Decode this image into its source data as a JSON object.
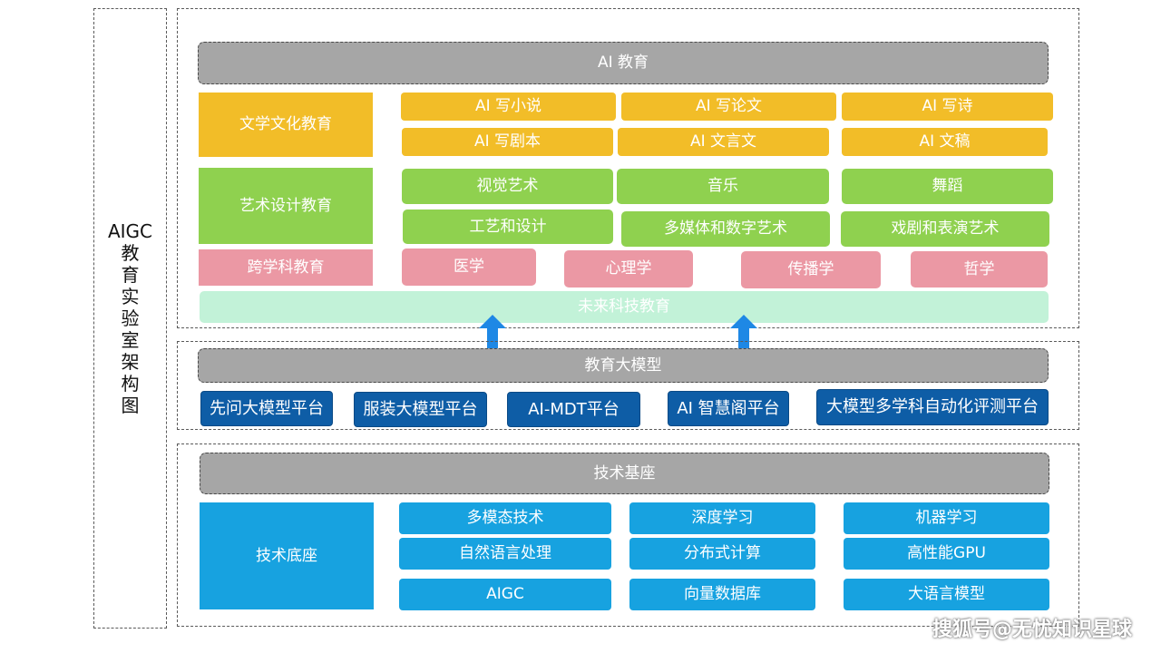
{
  "side_title": {
    "latin": "AIGC",
    "chars": [
      "教",
      "育",
      "实",
      "验",
      "室",
      "架",
      "构",
      "图"
    ]
  },
  "ai_education": {
    "header": "AI 教育",
    "literature": {
      "label": "文学文化教育",
      "items": [
        "AI 写小说",
        "AI 写论文",
        "AI 写诗",
        "AI 写剧本",
        "AI 文言文",
        "AI 文稿"
      ]
    },
    "art": {
      "label": "艺术设计教育",
      "items": [
        "视觉艺术",
        "音乐",
        "舞蹈",
        "工艺和设计",
        "多媒体和数字艺术",
        "戏剧和表演艺术"
      ]
    },
    "interdisciplinary": {
      "label": "跨学科教育",
      "items": [
        "医学",
        "心理学",
        "传播学",
        "哲学"
      ]
    },
    "future_tech": "未来科技教育"
  },
  "models": {
    "header": "教育大模型",
    "items": [
      "先问大模型平台",
      "服装大模型平台",
      "AI-MDT平台",
      "AI 智慧阁平台",
      "大模型多学科自动化评测平台"
    ]
  },
  "tech": {
    "header": "技术基座",
    "label": "技术底座",
    "items": [
      "多模态技术",
      "深度学习",
      "机器学习",
      "自然语言处理",
      "分布式计算",
      "高性能GPU",
      "AIGC",
      "向量数据库",
      "大语言模型"
    ]
  },
  "watermark": "搜狐号@无忧知识星球",
  "colors": {
    "header_gray": "#a6a6a6",
    "yellow": "#f2bd28",
    "green": "#8fd14f",
    "pink": "#eb98a4",
    "mint": "#c2f2d8",
    "navy": "#0e5da6",
    "sky": "#17a2e0",
    "arrow_blue": "#1e88e5"
  }
}
